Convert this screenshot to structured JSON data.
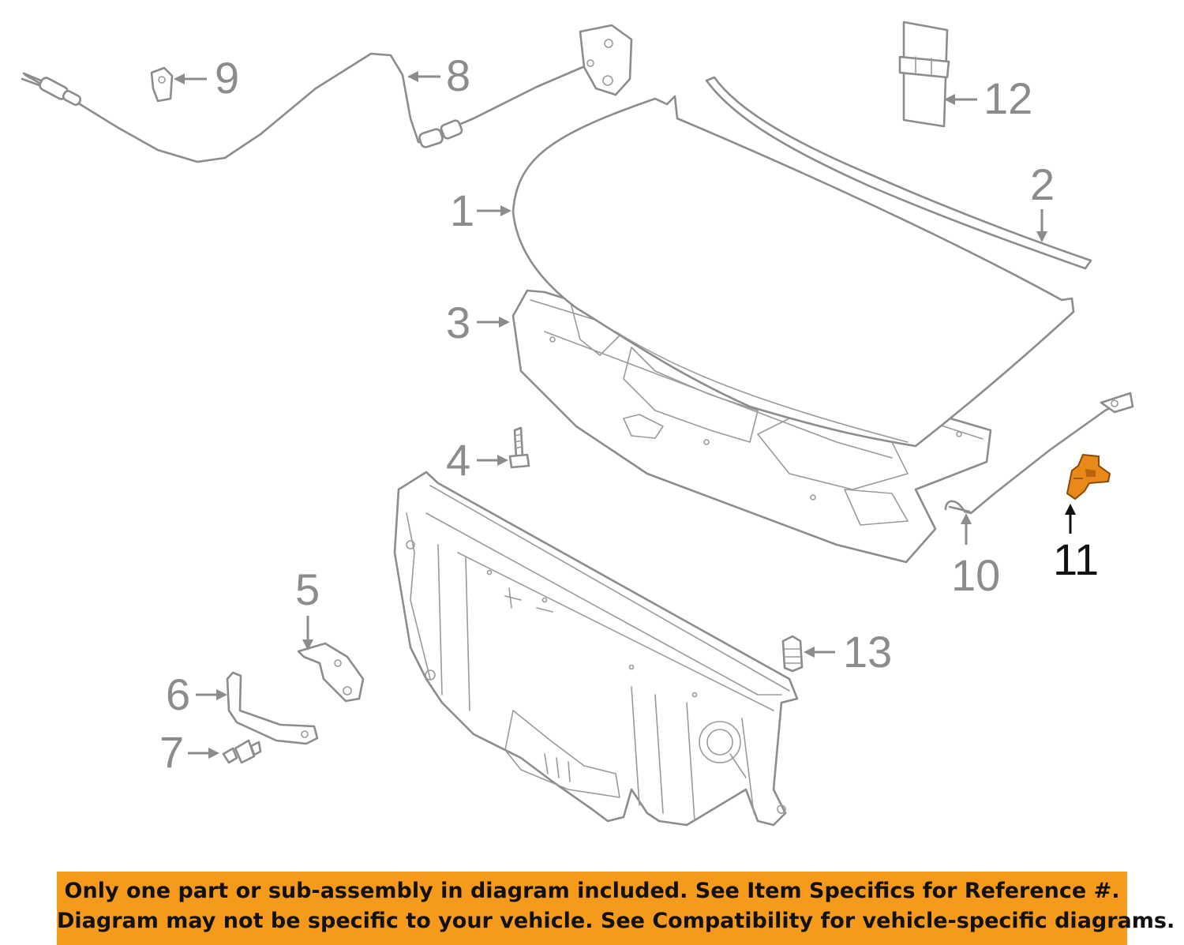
{
  "diagram": {
    "callouts": [
      {
        "id": "1",
        "label": "1",
        "highlighted": false
      },
      {
        "id": "2",
        "label": "2",
        "highlighted": false
      },
      {
        "id": "3",
        "label": "3",
        "highlighted": false
      },
      {
        "id": "4",
        "label": "4",
        "highlighted": false
      },
      {
        "id": "5",
        "label": "5",
        "highlighted": false
      },
      {
        "id": "6",
        "label": "6",
        "highlighted": false
      },
      {
        "id": "7",
        "label": "7",
        "highlighted": false
      },
      {
        "id": "8",
        "label": "8",
        "highlighted": false
      },
      {
        "id": "9",
        "label": "9",
        "highlighted": false
      },
      {
        "id": "10",
        "label": "10",
        "highlighted": false
      },
      {
        "id": "11",
        "label": "11",
        "highlighted": true
      },
      {
        "id": "12",
        "label": "12",
        "highlighted": false
      },
      {
        "id": "13",
        "label": "13",
        "highlighted": false
      }
    ],
    "colors": {
      "line": "#8c8c8c",
      "highlight_part": "#e8891a",
      "highlight_label": "#111111",
      "banner_background": "#f59a1b"
    }
  },
  "banner": {
    "line1": "Only one part or sub-assembly in diagram included. See Item Specifics for Reference #.",
    "line2": "Diagram may not be specific to your vehicle. See Compatibility for vehicle-specific diagrams."
  }
}
